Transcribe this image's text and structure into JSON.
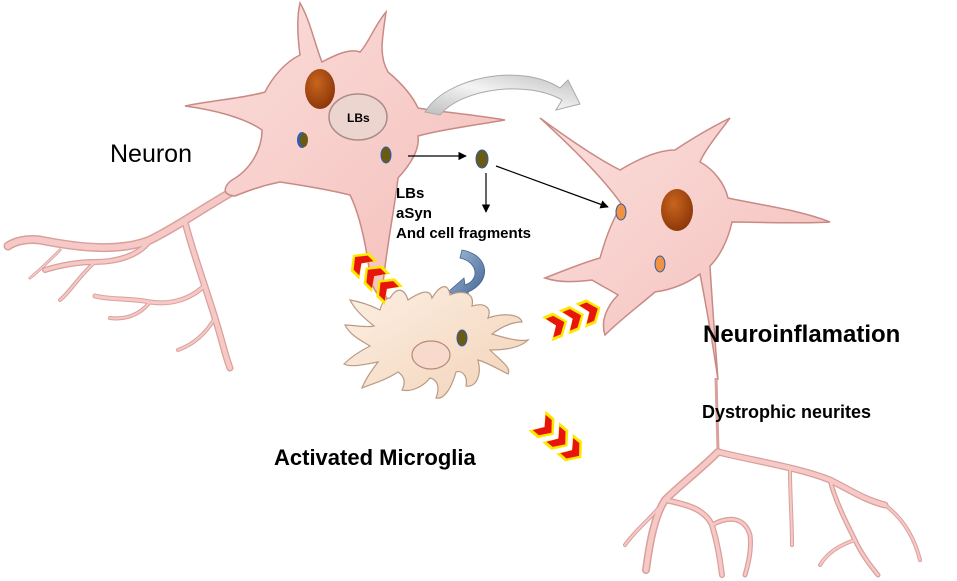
{
  "labels": {
    "neuron": "Neuron",
    "lbs_in_cell": "LBs",
    "fragments": [
      "LBs",
      "aSyn",
      "And cell fragments"
    ],
    "neuroinflammation": "Neuroinflamation",
    "dystrophic": "Dystrophic neurites",
    "microglia": "Activated Microglia"
  },
  "colors": {
    "neuron_fill": "#f6c9c6",
    "neuron_stroke": "#c98a86",
    "nucleus": "#a7450f",
    "microglia_fill": "#f9e2cf",
    "inclusion_dark": "#6b5a14",
    "inclusion_orange": "#f2913f",
    "chevron_red": "#e8150d",
    "chevron_yellow": "#ffe800",
    "curved_arrow": "#d9d9d9",
    "blue_arrow": "#7590b4"
  }
}
